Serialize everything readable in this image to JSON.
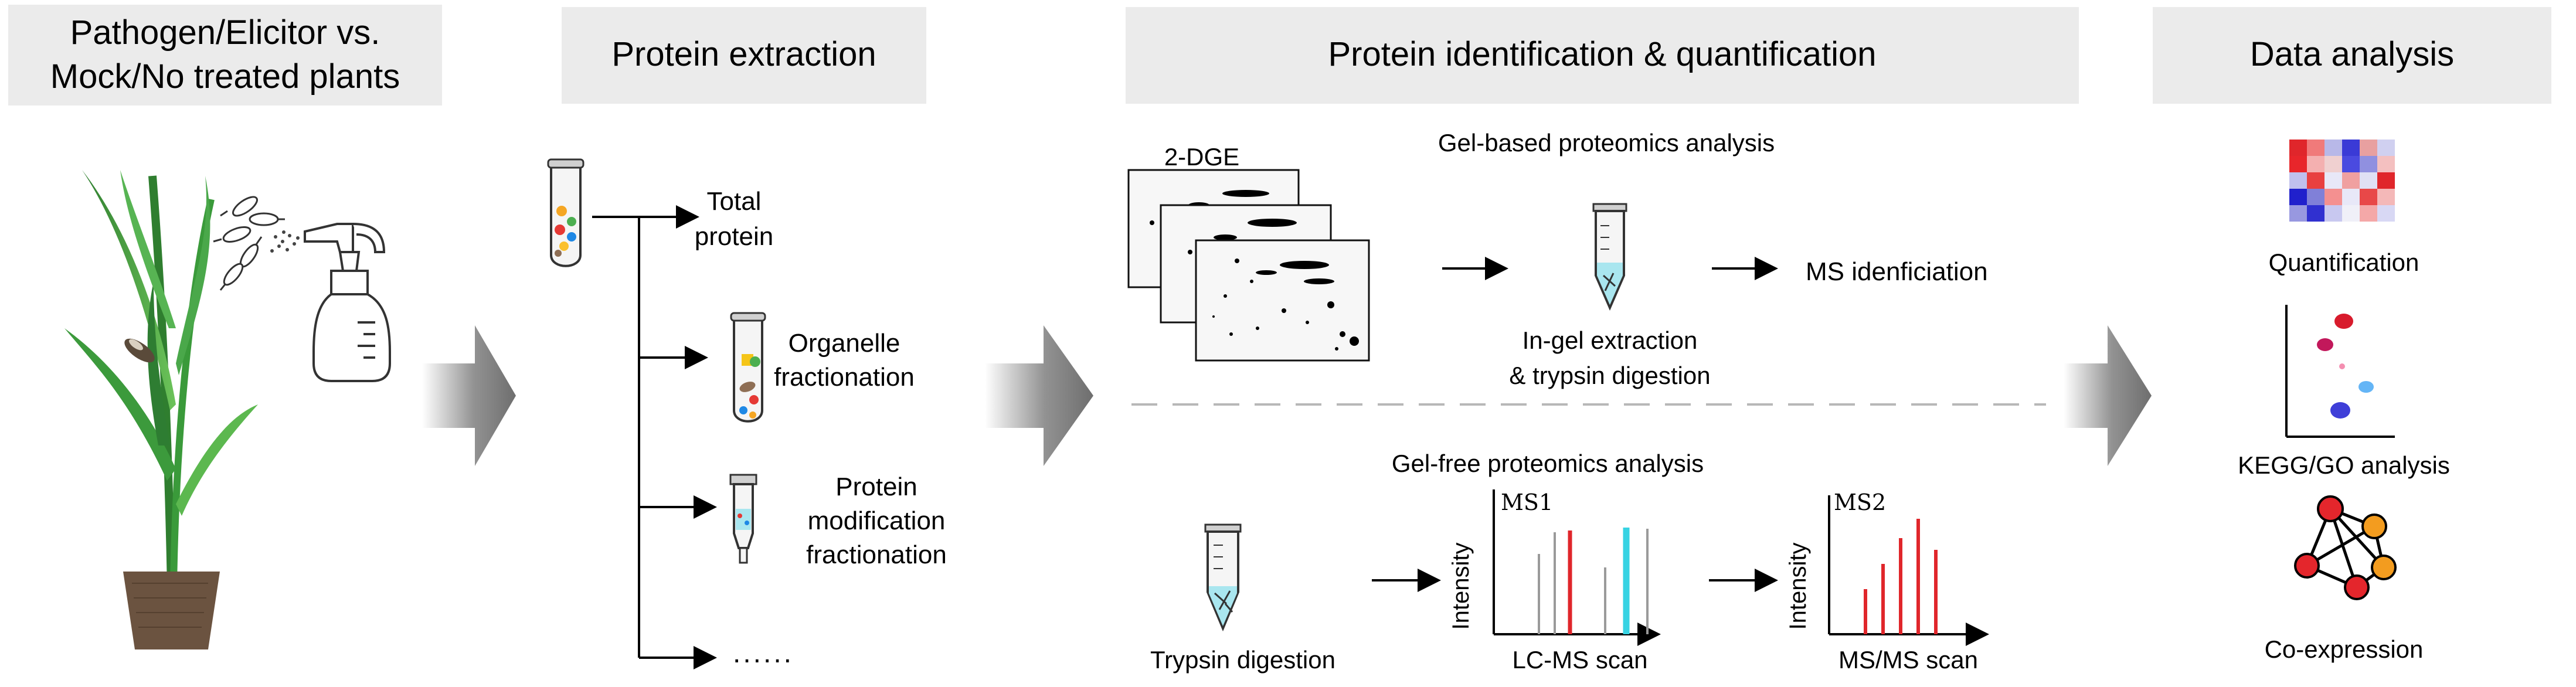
{
  "headers": {
    "stage1_line1": "Pathogen/Elicitor vs.",
    "stage1_line2": "Mock/No treated plants",
    "stage2": "Protein extraction",
    "stage3": "Protein identification & quantification",
    "stage4": "Data analysis"
  },
  "extraction": {
    "total_line1": "Total",
    "total_line2": "protein",
    "organelle_line1": "Organelle",
    "organelle_line2": "fractionation",
    "modification_line1": "Protein",
    "modification_line2": "modification",
    "modification_line3": "fractionation",
    "more": "......"
  },
  "gel_based": {
    "title": "Gel-based proteomics analysis",
    "gel_label": "2-DGE",
    "extraction_line1": "In-gel extraction",
    "extraction_line2": "& trypsin digestion",
    "ms_label": "MS idenficiation"
  },
  "gel_free": {
    "title": "Gel-free proteomics analysis",
    "digestion_label": "Trypsin digestion",
    "ms1_label": "MS1",
    "ms2_label": "MS2",
    "y_axis_label": "Intensity",
    "lcms_label": "LC-MS scan",
    "msms_label": "MS/MS scan"
  },
  "analysis": {
    "quantification": "Quantification",
    "kegg": "KEGG/GO analysis",
    "coexpression": "Co-expression"
  },
  "colors": {
    "header_bg": "#ebebeb",
    "arrow_gray": "#6e6e6e",
    "ms_red": "#e0262b",
    "ms_cyan": "#37d3e3",
    "ms_gray": "#9a9a9a",
    "plant_green": "#3a9a3a",
    "pot_brown": "#6b5340",
    "node_red": "#e4262c",
    "node_orange": "#f39c1f",
    "buffer_cyan": "#a9e6ef"
  },
  "icons": [
    "spray-bottle-icon",
    "pathogen-spore-icon",
    "insect-icon",
    "sample-tube-icon",
    "centrifuge-tube-icon",
    "spin-column-icon",
    "heatmap-icon",
    "scatter-plot-icon",
    "network-icon"
  ]
}
